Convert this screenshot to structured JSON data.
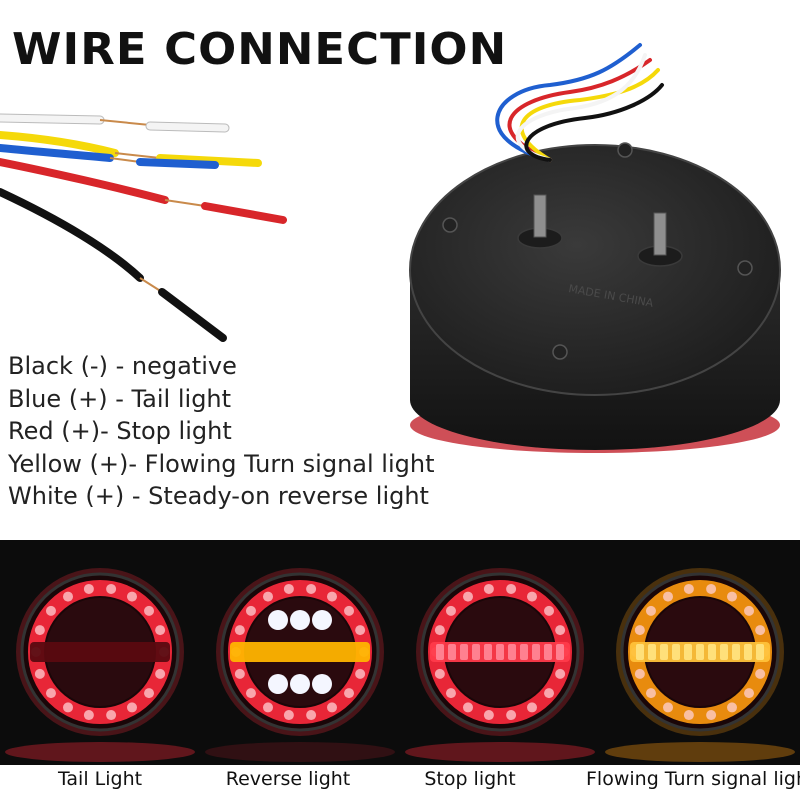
{
  "title": "WIRE CONNECTION",
  "wire_colors": {
    "white": "#f2f2f2",
    "yellow": "#f5d90a",
    "blue": "#1f5fd0",
    "red": "#d8262a",
    "black": "#111111",
    "copper": "#c98a4b"
  },
  "legend": [
    "Black (-) - negative",
    "Blue (+)  - Tail light",
    "Red (+)- Stop light",
    "Yellow (+)- Flowing Turn signal light",
    "White (+) - Steady-on reverse light"
  ],
  "housing_marking": "MADE IN CHINA",
  "modes": [
    {
      "caption": "Tail Light",
      "ring_color": "#ff2a3d",
      "bar_color": "#5a0a10"
    },
    {
      "caption": "Reverse light",
      "ring_color": "#ff2a3d",
      "bar_color": "#ffb400"
    },
    {
      "caption": "Stop light",
      "ring_color": "#ff2a3d",
      "bar_color": "#ff3a4a"
    },
    {
      "caption": "Flowing Turn signal light",
      "ring_color": "#ff9a10",
      "bar_color": "#ffc23a"
    }
  ]
}
